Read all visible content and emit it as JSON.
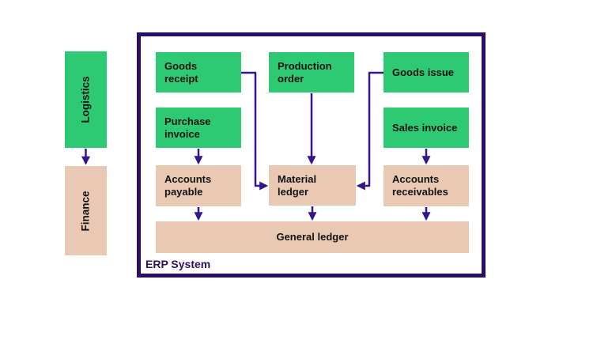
{
  "diagram": {
    "title": "ERP System",
    "colors": {
      "green": "#2dca73",
      "tan": "#e9c9b3",
      "indigo_border": "#2d0e66",
      "arrow": "#35148c",
      "label": "#131313",
      "background": "#ffffff"
    },
    "outside_nodes": {
      "logistics": {
        "label": "Logistics",
        "fill": "green"
      },
      "finance": {
        "label": "Finance",
        "fill": "tan"
      }
    },
    "nodes": {
      "goods_receipt": {
        "label": "Goods\nreceipt",
        "fill": "green"
      },
      "production_order": {
        "label": "Production\norder",
        "fill": "green"
      },
      "goods_issue": {
        "label": "Goods issue",
        "fill": "green"
      },
      "purchase_invoice": {
        "label": "Purchase\ninvoice",
        "fill": "green"
      },
      "sales_invoice": {
        "label": "Sales invoice",
        "fill": "green"
      },
      "accounts_payable": {
        "label": "Accounts\npayable",
        "fill": "tan"
      },
      "material_ledger": {
        "label": "Material\nledger",
        "fill": "tan"
      },
      "accounts_receivables": {
        "label": "Accounts\nreceivables",
        "fill": "tan"
      },
      "general_ledger": {
        "label": "General ledger",
        "fill": "tan"
      }
    },
    "edges": [
      {
        "from": "Logistics",
        "to": "Finance"
      },
      {
        "from": "Goods receipt",
        "to": "Material ledger"
      },
      {
        "from": "Production order",
        "to": "Material ledger"
      },
      {
        "from": "Goods issue",
        "to": "Material ledger"
      },
      {
        "from": "Purchase invoice",
        "to": "Accounts payable"
      },
      {
        "from": "Sales invoice",
        "to": "Accounts receivables"
      },
      {
        "from": "Accounts payable",
        "to": "General ledger"
      },
      {
        "from": "Material ledger",
        "to": "General ledger"
      },
      {
        "from": "Accounts receivables",
        "to": "General ledger"
      }
    ]
  }
}
